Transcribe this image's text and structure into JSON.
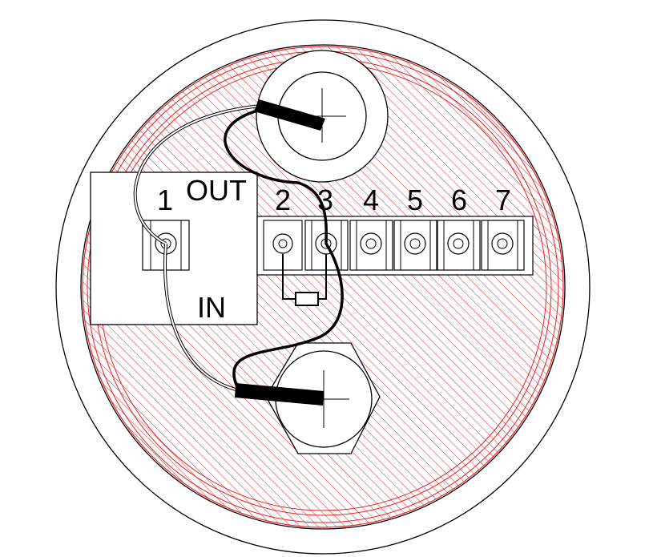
{
  "labels": {
    "out": "OUT",
    "in": "IN"
  },
  "terminals": [
    {
      "number": "1"
    },
    {
      "number": "2"
    },
    {
      "number": "3"
    },
    {
      "number": "4"
    },
    {
      "number": "5"
    },
    {
      "number": "6"
    },
    {
      "number": "7"
    }
  ],
  "colors": {
    "hatch": "#e0262b",
    "line": "#000000",
    "background": "#ffffff",
    "wire_light": "#ffffff"
  }
}
